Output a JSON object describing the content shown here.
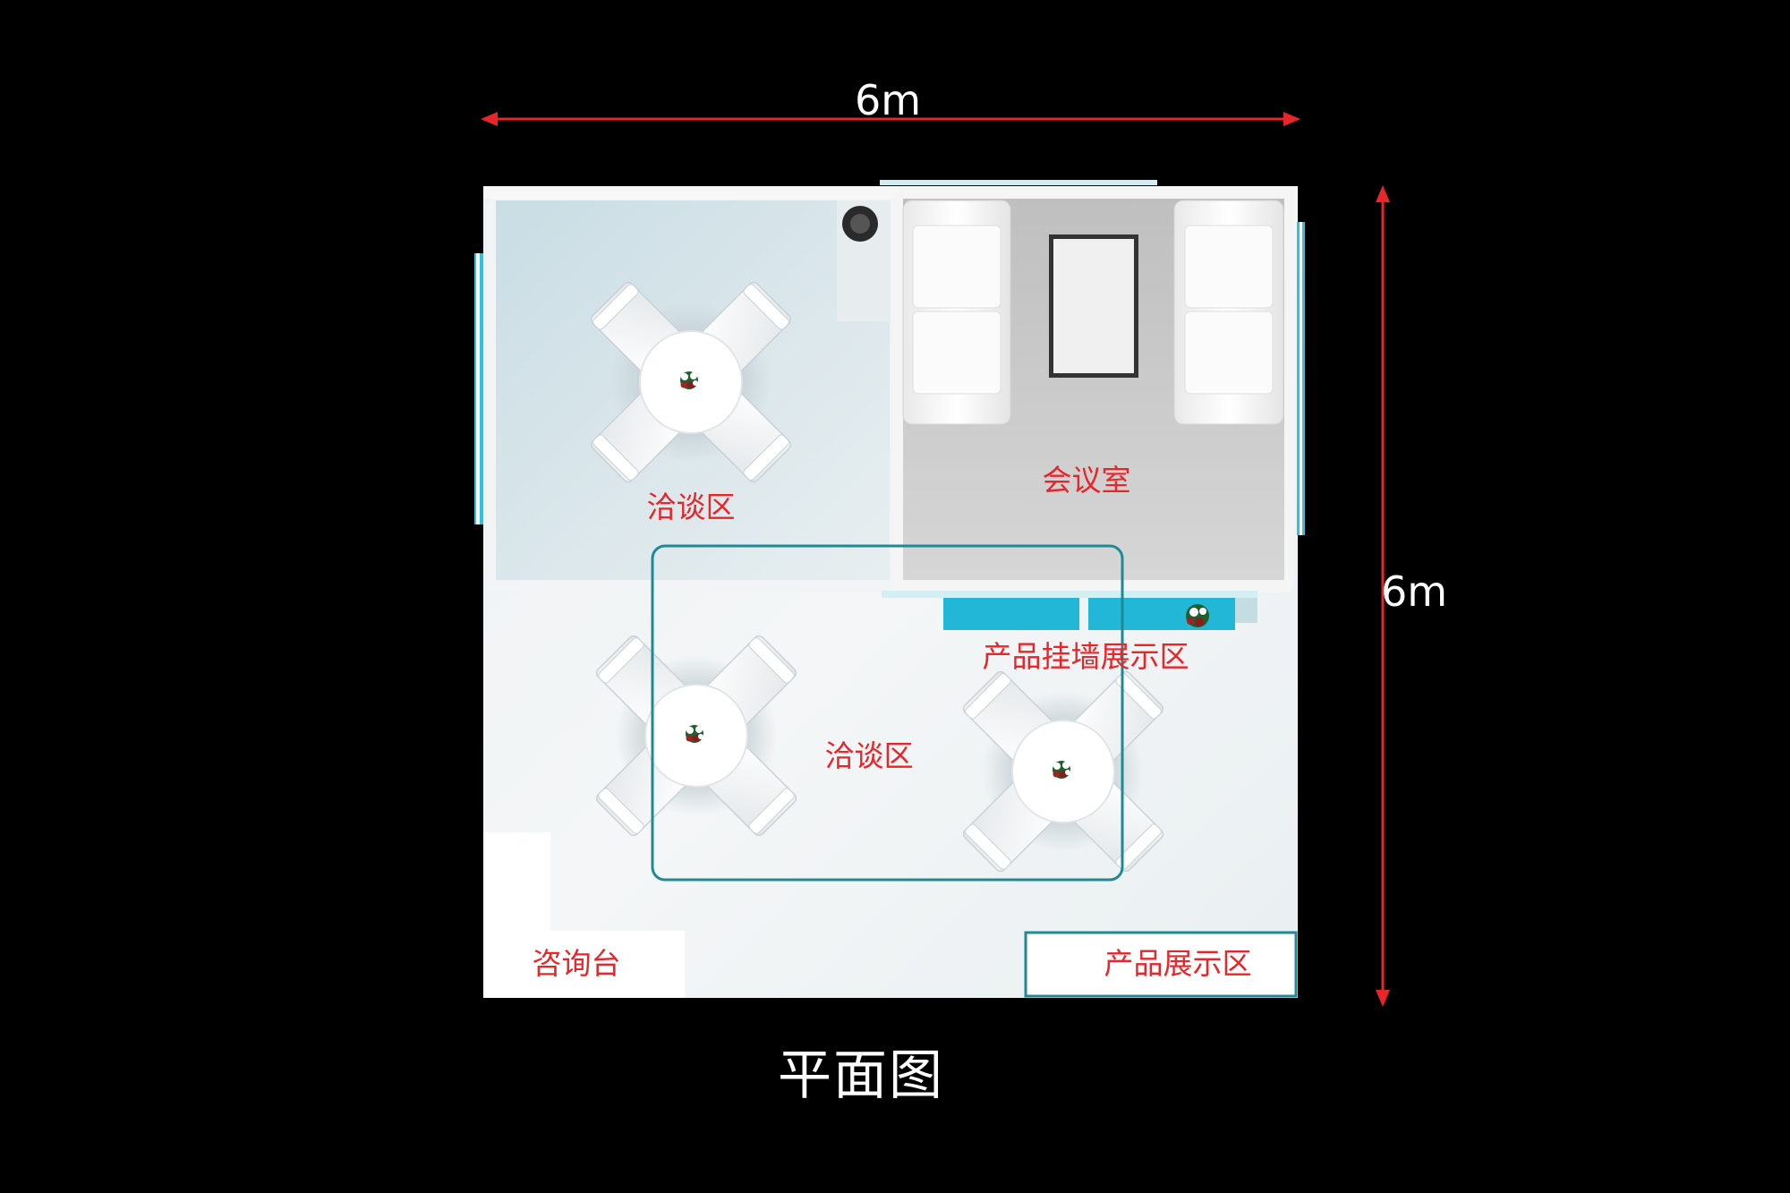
{
  "dimensions": {
    "width_label": "6m",
    "depth_label": "6m"
  },
  "zones": {
    "negotiation_top": "洽谈区",
    "meeting_room": "会议室",
    "wall_display": "产品挂墙展示区",
    "negotiation_center": "洽谈区",
    "reception": "咨询台",
    "product_display": "产品展示区"
  },
  "caption": "平面图",
  "colors": {
    "background": "#000000",
    "dimension_line": "#e8262a",
    "zone_label": "#e8262a",
    "outline_accent": "#1f8a96",
    "glass_accent": "#28c4e0",
    "wall_display_panel": "#22b7d6"
  }
}
